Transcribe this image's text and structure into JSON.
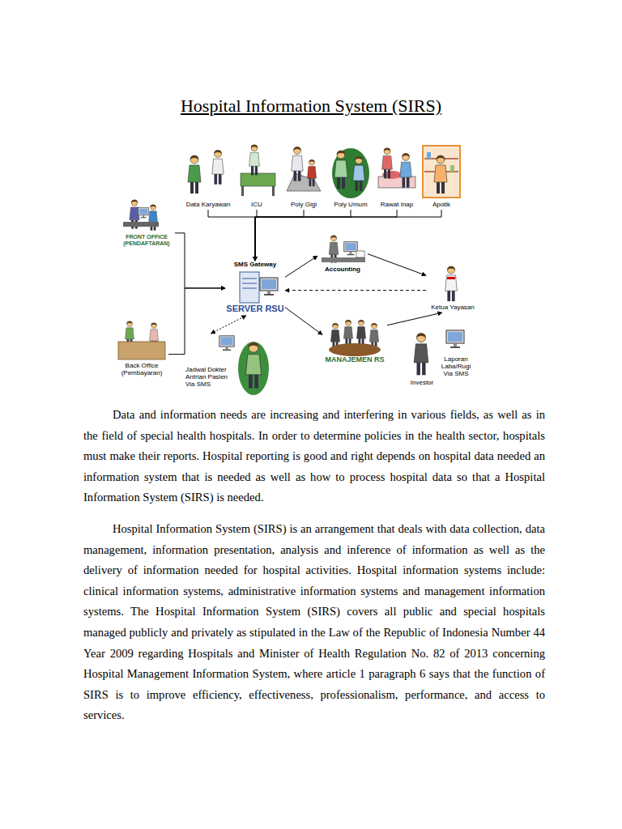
{
  "diagram": {
    "title": "Hospital Information System (SIRS)",
    "nodes": [
      {
        "text": [
          "Data Karyawan"
        ]
      },
      {
        "text": [
          "ICU"
        ]
      },
      {
        "text": [
          "Poly Gigi"
        ]
      },
      {
        "text": [
          "Poly Umum"
        ]
      },
      {
        "text": [
          "Rawat Inap"
        ]
      },
      {
        "text": [
          "Apotik"
        ]
      },
      {
        "text": [
          "FRONT OFFICE (PENDAFTARAN)"
        ]
      },
      {
        "text": [
          "SMS Gateway",
          "SERVER RSU"
        ]
      },
      {
        "text": [
          "Accounting"
        ]
      },
      {
        "text": [
          "Ketua Yayasan"
        ]
      },
      {
        "text": [
          "Back Office (Pembayaran)"
        ]
      },
      {
        "text": [
          "Jadwal Dokter Antrian Pasien Via SMS"
        ]
      },
      {
        "text": [
          "MANAJEMEN RS"
        ]
      },
      {
        "text": [
          "Investor"
        ]
      },
      {
        "text": [
          "Laporan Laba/Rugi Via SMS"
        ]
      }
    ],
    "edges": [
      {
        "from": 0,
        "to": 7,
        "arrow": "to"
      },
      {
        "from": 1,
        "to": 7,
        "arrow": "to"
      },
      {
        "from": 2,
        "to": 7,
        "arrow": "to"
      },
      {
        "from": 3,
        "to": 7,
        "arrow": "to"
      },
      {
        "from": 4,
        "to": 7,
        "arrow": "to"
      },
      {
        "from": 5,
        "to": 7,
        "arrow": "to"
      },
      {
        "from": 6,
        "to": 7,
        "arrow": "to"
      },
      {
        "from": 10,
        "to": 7,
        "arrow": "to"
      },
      {
        "from": 7,
        "to": 8,
        "arrow": "to"
      },
      {
        "from": 7,
        "to": 12,
        "arrow": "to"
      },
      {
        "from": 8,
        "to": 9,
        "arrow": "to"
      },
      {
        "from": 12,
        "to": 9,
        "arrow": "to"
      },
      {
        "from": 9,
        "to": 7,
        "arrow": "to"
      },
      {
        "from": 11,
        "to": 7,
        "arrow": "both"
      }
    ],
    "labels": [
      "Data and information needs are increasing and interfering in various fields, as well as in the field of special health hospitals. In order to determine policies in the health sector, hospitals must make their reports. Hospital reporting is good and right depends on hospital data needed an information system that is needed as well as how to process hospital data so that a Hospital Information System (SIRS) is needed.",
      "Hospital Information System (SIRS) is an arrangement that deals with data collection, data management, information presentation, analysis and inference of information as well as the delivery of information needed for hospital activities. Hospital information systems include: clinical information systems, administrative information systems and management information systems. The Hospital Information System (SIRS) covers all public and special hospitals managed publicly and privately as stipulated in the Law of the Republic of Indonesia Number 44 Year 2009 regarding Hospitals and Minister of Health Regulation No. 82 of 2013 concerning Hospital Management Information System, where article 1 paragraph 6 says that the function of SIRS is to improve efficiency, effectiveness, professionalism, performance, and access to services."
    ]
  }
}
